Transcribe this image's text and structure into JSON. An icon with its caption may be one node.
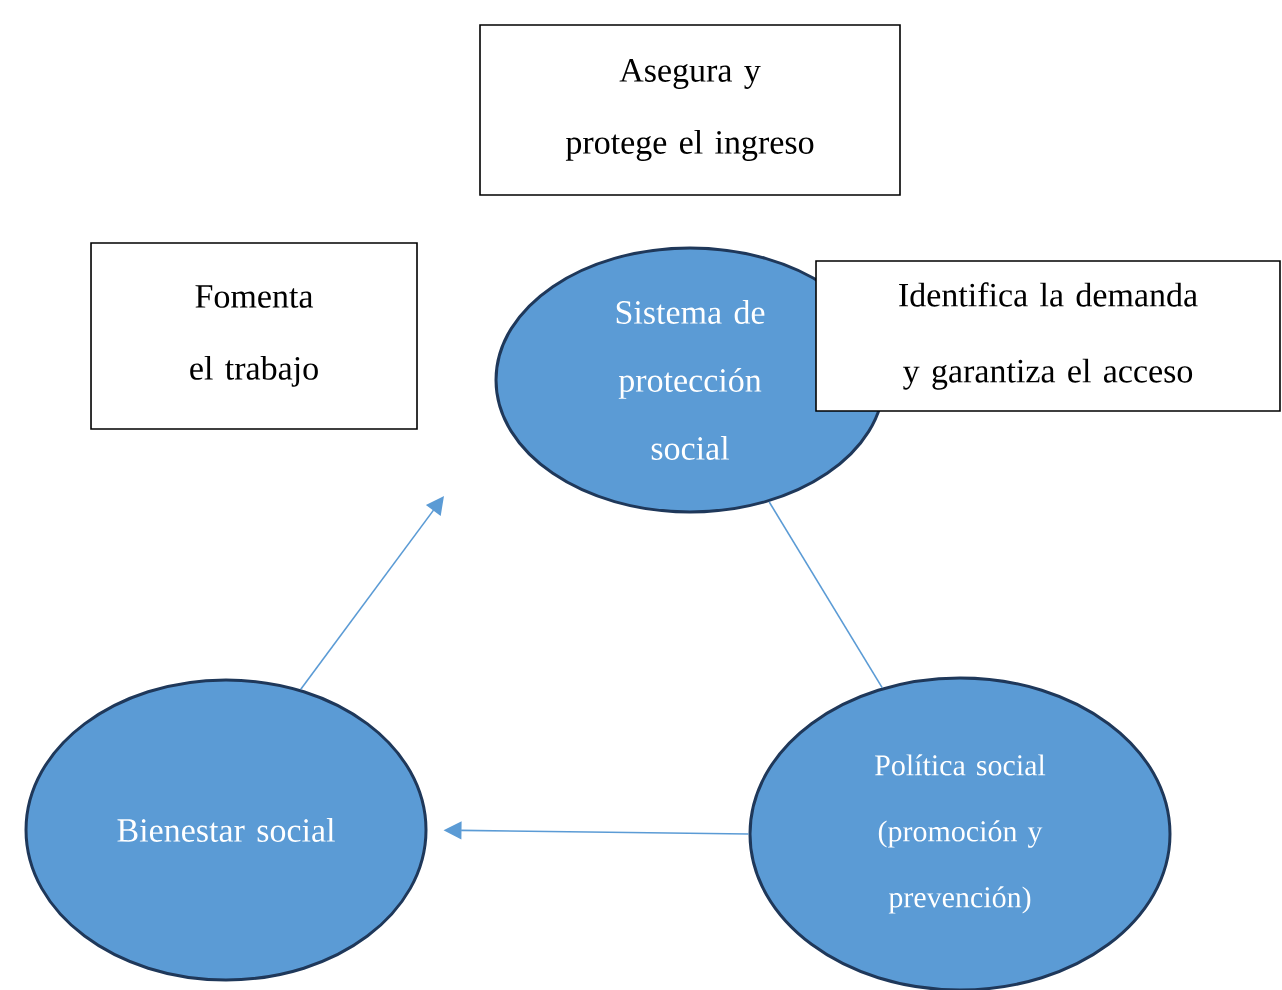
{
  "diagram": {
    "nodes": [
      {
        "text": [
          "Asegura y protege el ingreso"
        ]
      },
      {
        "text": [
          "Fomenta el trabajo"
        ]
      },
      {
        "text": [
          "Sistema de protección social"
        ]
      },
      {
        "text": [
          "Identifica la demanda y garantiza el acceso"
        ]
      },
      {
        "text": [
          "Bienestar social"
        ]
      },
      {
        "text": [
          "Política social (promoción y prevención)"
        ]
      }
    ],
    "edges": [
      {
        "from": 5,
        "to": 2,
        "arrow": "none"
      },
      {
        "from": 5,
        "to": 4,
        "arrow": "to"
      },
      {
        "from": 4,
        "to": null,
        "arrow": "to"
      }
    ]
  }
}
